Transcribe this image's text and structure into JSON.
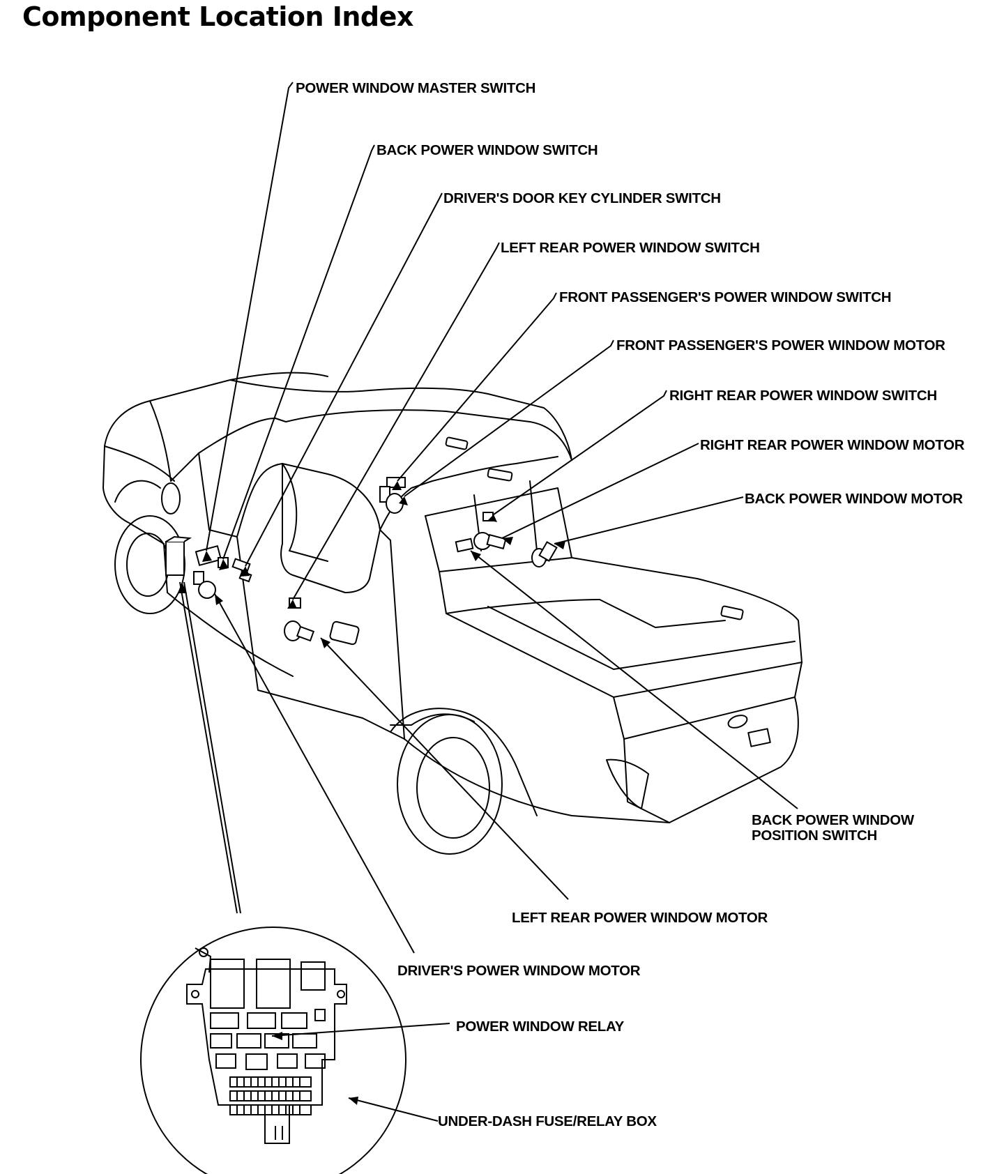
{
  "title": "Component Location Index",
  "labels": {
    "power_window_master_switch": "POWER WINDOW MASTER SWITCH",
    "back_power_window_switch": "BACK POWER WINDOW SWITCH",
    "drivers_door_key_cylinder_switch": "DRIVER'S DOOR KEY CYLINDER SWITCH",
    "left_rear_power_window_switch": "LEFT REAR POWER WINDOW SWITCH",
    "front_passengers_power_window_switch": "FRONT PASSENGER'S POWER WINDOW SWITCH",
    "front_passengers_power_window_motor": "FRONT PASSENGER'S POWER WINDOW MOTOR",
    "right_rear_power_window_switch": "RIGHT REAR POWER WINDOW SWITCH",
    "right_rear_power_window_motor": "RIGHT REAR POWER WINDOW MOTOR",
    "back_power_window_motor": "BACK POWER WINDOW MOTOR",
    "back_power_window_position_switch_line1": "BACK POWER WINDOW",
    "back_power_window_position_switch_line2": "POSITION SWITCH",
    "left_rear_power_window_motor": "LEFT REAR POWER WINDOW MOTOR",
    "drivers_power_window_motor": "DRIVER'S POWER WINDOW MOTOR",
    "power_window_relay": "POWER WINDOW RELAY",
    "under_dash_fuse_relay_box": "UNDER-DASH FUSE/RELAY BOX"
  },
  "colors": {
    "ink": "#000000",
    "paper": "#ffffff"
  }
}
